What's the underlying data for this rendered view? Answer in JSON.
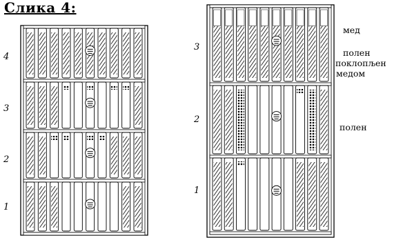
{
  "figure": {
    "title": "Слика 4:"
  },
  "left_frame": {
    "row_labels": [
      "4",
      "3",
      "2",
      "1"
    ]
  },
  "right_frame": {
    "row_labels": [
      "3",
      "2",
      "1"
    ]
  },
  "legend": {
    "honey": "мед",
    "pollen_capped_line1": "полен",
    "pollen_capped_line2": "поклопљен",
    "pollen_capped_line3": "медом",
    "pollen": "полен"
  }
}
